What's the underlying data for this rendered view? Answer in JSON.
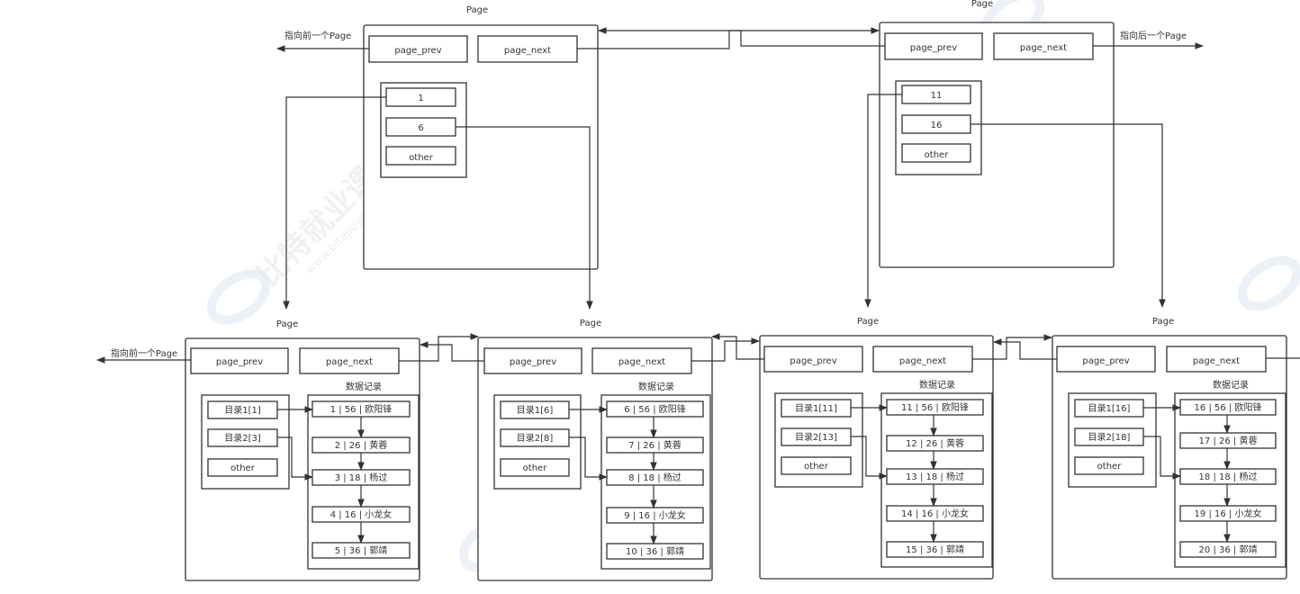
{
  "colors": {
    "line": "#333333",
    "watermark": "#cfd6de",
    "background": "#ffffff"
  },
  "watermark": {
    "text": "比特就业课",
    "url": "www.bitejiuyeke.com"
  },
  "top_pages": [
    {
      "title": "Page",
      "prev_label": "page_prev",
      "next_label": "page_next",
      "external_label": "指向前一个Page",
      "keys": [
        "1",
        "6",
        "other"
      ]
    },
    {
      "title": "Page",
      "prev_label": "page_prev",
      "next_label": "page_next",
      "external_label": "指向后一个Page",
      "keys": [
        "11",
        "16",
        "other"
      ]
    }
  ],
  "leaf_pages": [
    {
      "title": "Page",
      "prev_label": "page_prev",
      "next_label": "page_next",
      "external_label": "指向前一个Page",
      "records_title": "数据记录",
      "directory": [
        "目录1[1]",
        "目录2[3]",
        "other"
      ],
      "records": [
        "1 | 56 | 欧阳锋",
        "2 | 26 | 黄蓉",
        "3 | 18 | 杨过",
        "4 | 16 | 小龙女",
        "5 | 36 | 郭靖"
      ]
    },
    {
      "title": "Page",
      "prev_label": "page_prev",
      "next_label": "page_next",
      "records_title": "数据记录",
      "directory": [
        "目录1[6]",
        "目录2[8]",
        "other"
      ],
      "records": [
        "6 | 56 | 欧阳锋",
        "7 | 26 | 黄蓉",
        "8 | 18 | 杨过",
        "9 | 16 | 小龙女",
        "10 | 36 | 郭靖"
      ]
    },
    {
      "title": "Page",
      "prev_label": "page_prev",
      "next_label": "page_next",
      "records_title": "数据记录",
      "directory": [
        "目录1[11]",
        "目录2[13]",
        "other"
      ],
      "records": [
        "11 | 56 | 欧阳锋",
        "12 | 26 | 黄蓉",
        "13 | 18 | 杨过",
        "14 | 16 | 小龙女",
        "15 | 36 | 郭靖"
      ]
    },
    {
      "title": "Page",
      "prev_label": "page_prev",
      "next_label": "page_next",
      "records_title": "数据记录",
      "directory": [
        "目录1[16]",
        "目录2[18]",
        "other"
      ],
      "records": [
        "16 | 56 | 欧阳锋",
        "17 | 26 | 黄蓉",
        "18 | 18 | 杨过",
        "19 | 16 | 小龙女",
        "20 | 36 | 郭靖"
      ]
    }
  ]
}
